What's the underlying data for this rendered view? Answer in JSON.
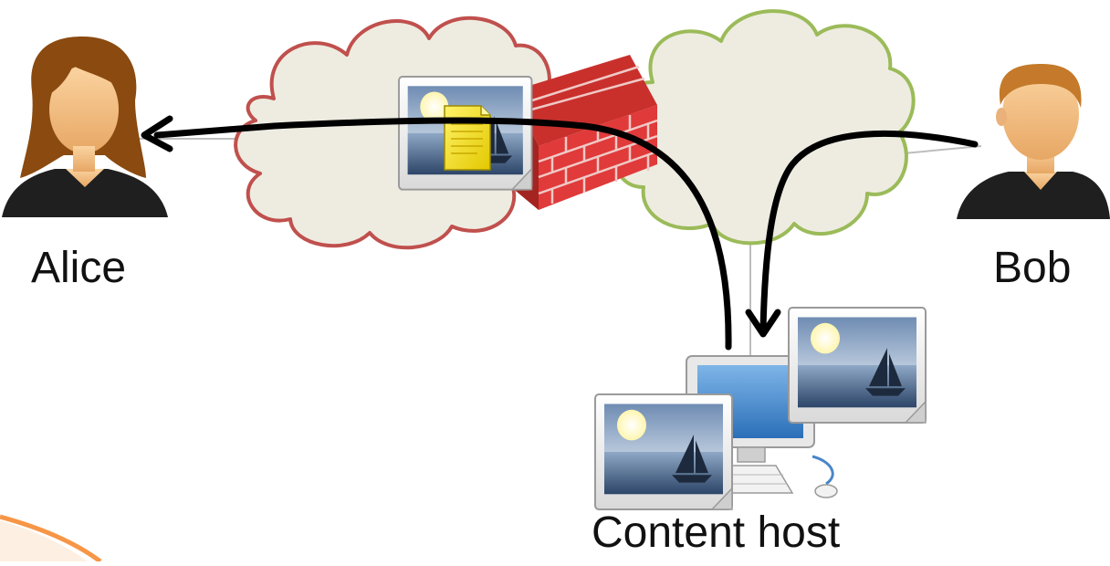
{
  "diagram": {
    "nodes": {
      "alice": {
        "label": "Alice",
        "icon": "person-female-icon"
      },
      "bob": {
        "label": "Bob",
        "icon": "person-male-icon"
      },
      "content_host": {
        "label": "Content host",
        "icon": "computer-with-images-icon"
      }
    },
    "clouds": [
      {
        "name": "alice-network-cloud",
        "color": "#c0504d"
      },
      {
        "name": "bob-network-cloud",
        "color": "#9bbb59"
      }
    ],
    "firewall": {
      "icon": "brick-firewall-icon",
      "color": "#e03a3a"
    },
    "relayed_content": {
      "icon": "image-with-document-icon"
    },
    "arrows": [
      {
        "name": "bob-to-content-host-arrow",
        "from": "bob",
        "to": "content_host"
      },
      {
        "name": "content-host-to-alice-arrow",
        "from": "content_host",
        "to": "alice"
      }
    ],
    "colors": {
      "arrow": "#000000",
      "cloud_fill": "#eeece1",
      "corner_accent": "#f79646"
    }
  }
}
